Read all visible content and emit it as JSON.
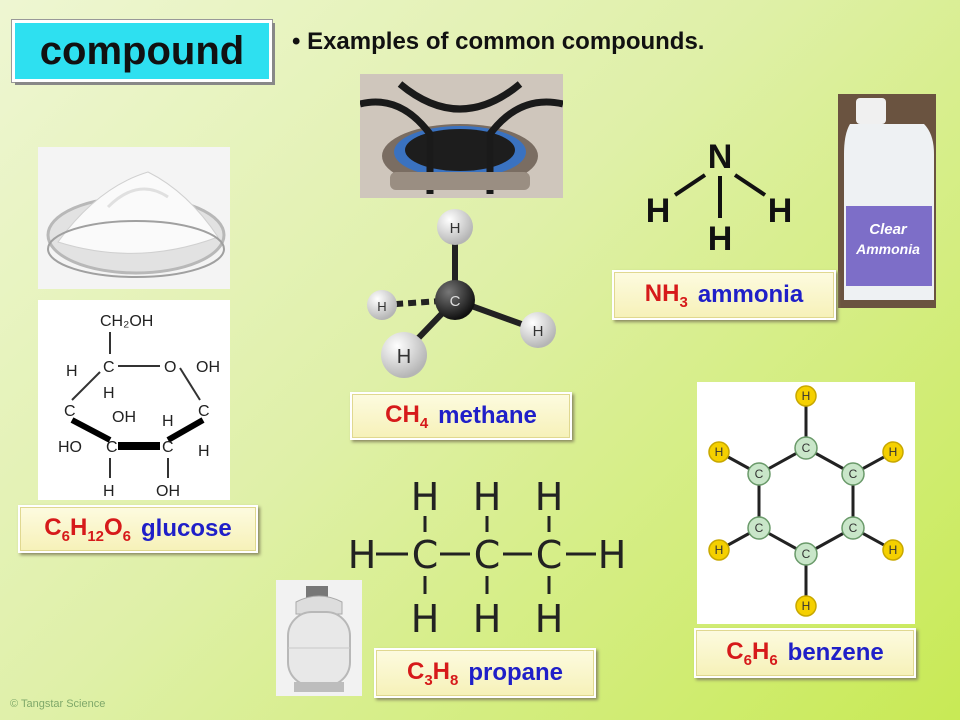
{
  "title": "compound",
  "bullet_text": "Examples of common compounds.",
  "credit": "© Tangstar Science",
  "atoms": {
    "C": "C",
    "H": "H",
    "N": "N",
    "O": "O"
  },
  "glucose_diagram": {
    "top": "CH₂OH",
    "ring_o": "O",
    "oh": "OH",
    "ho": "HO"
  },
  "ammonia_bottle": {
    "line1": "Clear",
    "line2": "Ammonia"
  },
  "compounds": {
    "glucose": {
      "formula_parts": [
        "C",
        "6",
        "H",
        "12",
        "O",
        "6"
      ],
      "name": "glucose"
    },
    "methane": {
      "formula_parts": [
        "CH",
        "4"
      ],
      "name": "methane"
    },
    "ammonia": {
      "formula_parts": [
        "NH",
        "3"
      ],
      "name": "ammonia"
    },
    "propane": {
      "formula_parts": [
        "C",
        "3",
        "H",
        "8"
      ],
      "name": "propane"
    },
    "benzene": {
      "formula_parts": [
        "C",
        "6",
        "H",
        "6"
      ],
      "name": "benzene"
    }
  },
  "colors": {
    "title_bg": "#2ee0f0",
    "formula": "#d61a1a",
    "name": "#1f1fc8"
  }
}
